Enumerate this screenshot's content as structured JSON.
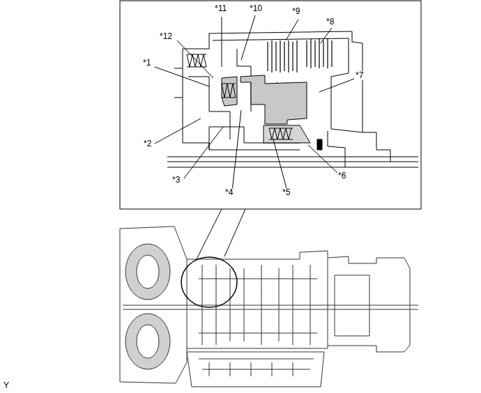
{
  "diagram": {
    "labels": [
      "*1",
      "*2",
      "*3",
      "*4",
      "*5",
      "*6",
      "*7",
      "*8",
      "*9",
      "*10",
      "*11",
      "*12",
      "Y"
    ]
  }
}
